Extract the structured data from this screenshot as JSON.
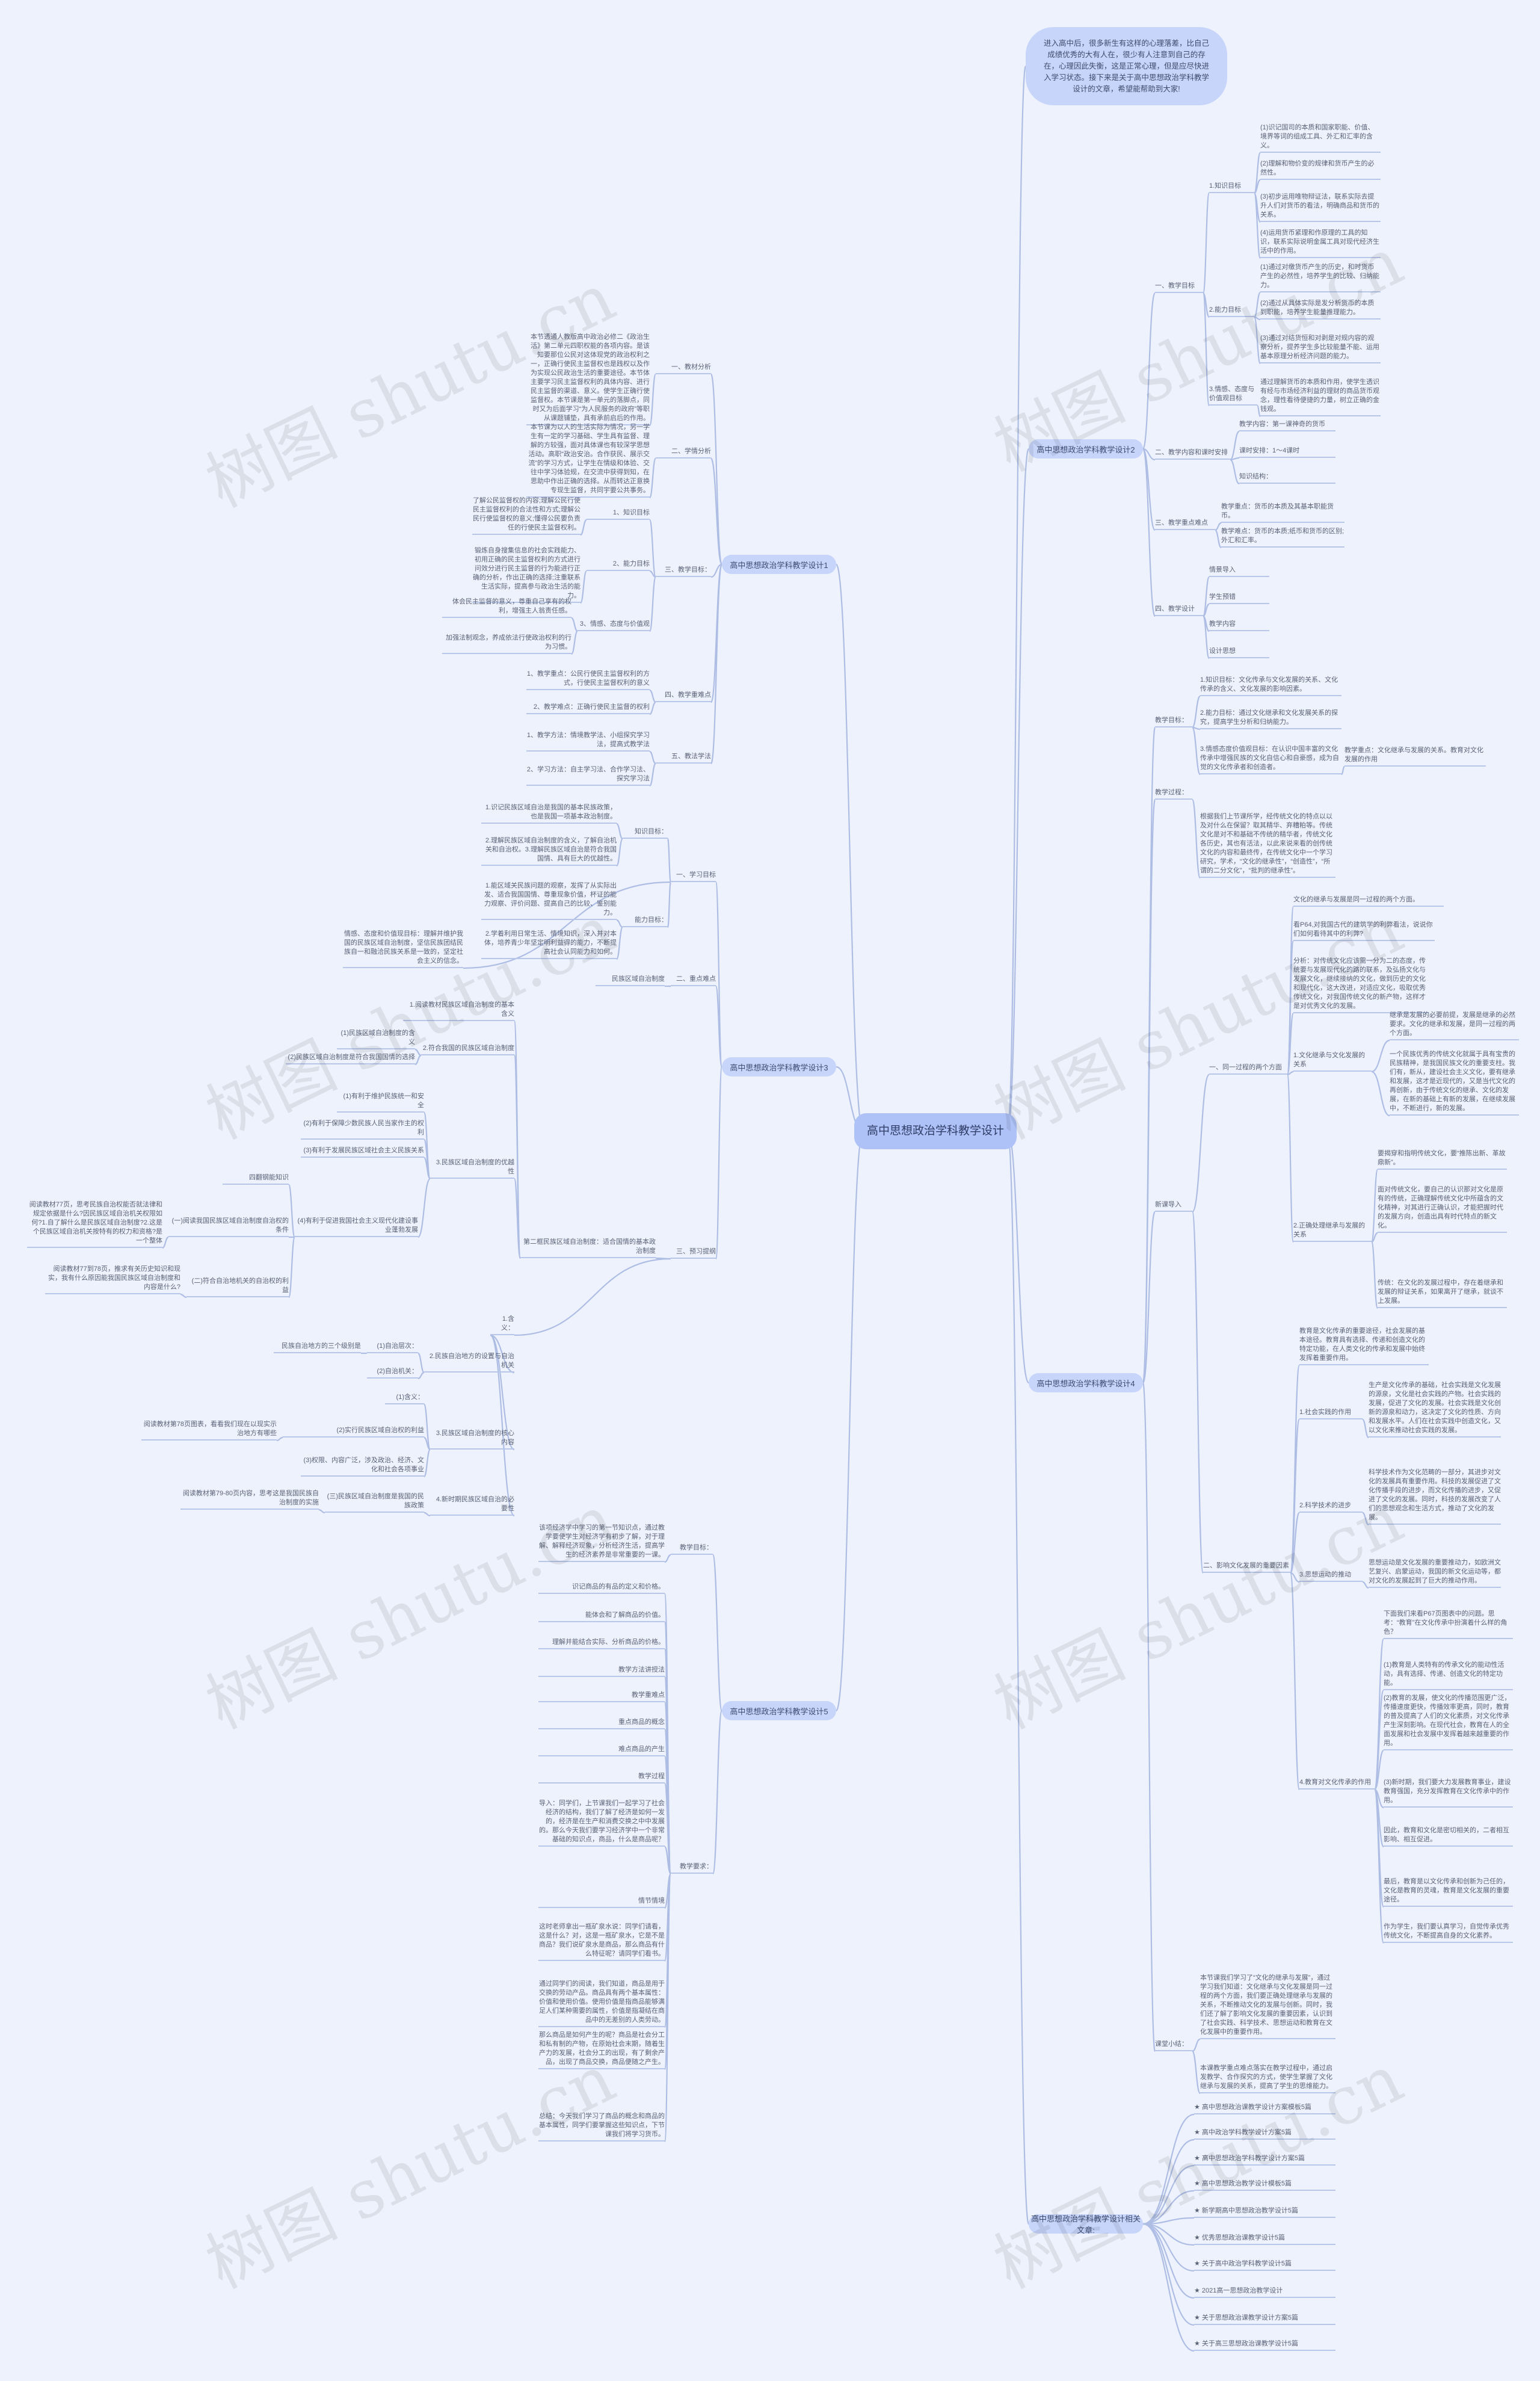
{
  "title": "高中思想政治学科教学设计",
  "intro": "进入高中后，很多新生有这样的心理落差，比自己成绩优秀的大有人在，很少有人注意到自己的存在，心理因此失衡，这是正常心理，但是应尽快进入学习状态。接下来是关于高中思想政治学科教学设计的文章，希望能帮助到大家!",
  "watermark": "树图 shutu.cn",
  "plan1": {
    "title": "高中思想政治学科教学设计1",
    "b1": "一、教材分析",
    "b1_text": "本节透通人教版高中政治必修二《政治生活》第二单元四职权能的各项内容。是该知要那位公民对这体现党的政治权利之一，正确行使民主监督权也是践权以及作为实现公民政治生活的重要途径。本节体主要学习民主监督权利的具体内容、进行民主监督的渠道、意义。使学生正确行使监督权。本节课是第一单元的落脚点，同时又为后面学习“为人民服务的政府”等职从课题铺垫，具有承前启后的作用。",
    "b2": "二、学情分析",
    "b2_text": "本节课为以人的生活实际为情况，另一学生有一定的学习基础、学生具有监督、理解的方较强，面对具体课也有较深学思想活动。高职“政治安治。合作获民、展示交流”的学习方式，让学生在情级和体验、交往中学习体验规，在交流中获得到知，在思助中作出正确的选择。从而转达正意换专现生监督，共同宇要公共事务。",
    "b3": "三、教学目标：",
    "b3_1": "1、知识目标",
    "b3_1_text": "了解公民监督权的内容;理解公民行使民主监督权利的合法性和方式;理解公民行使监督权的意义;懂得公民要负责任的行使民主监督权利。",
    "b3_2": "2、能力目标",
    "b3_2_text": "锻炼自身搜集信息的社会实践能力、初用正确的民主监督权利的方式进行问效分进行民主监督的行为能进行正确的分析，作出正确的选择;注重联系生活实际，提高参与政治生活的能力。",
    "b3_3": "3、情感、态度与价值观",
    "b3_3_text_a": "体会民主监督的意义，尊重自己享有的权利，增强主人翁责任感。",
    "b3_3_text_b": "加强法制观念，养成依法行使政治权利的行为习惯。",
    "b4": "四、教学重难点",
    "b4_1": "1、教学重点：公民行使民主监督权利的方式，行使民主监督权利的意义",
    "b4_2": "2、教学难点：正确行使民主监督的权利",
    "b5": "五、教法学法",
    "b5_1": "1、教学方法：情境教学法、小组探究学习法，提高式教学法",
    "b5_2": "2、学习方法：自主学习法、合作学习法、探究学习法"
  },
  "plan2": {
    "title": "高中思想政治学科教学设计2",
    "b1": "一、教学目标",
    "k": "1.知识目标",
    "k1": "(1)识记国司的本质和国家职能、价值、境界等词的组成工具、外汇和汇率的含义。",
    "k2": "(2)理解和物价变的规律和货币产生的必然性。",
    "k3": "(3)初步运用唯物辩证法，联系实际去提升人们对货币的看法，明确商品和货币的关系。",
    "k4": "(4)运用货币紧理和作原理的工具的知识，联系实际说明金属工具对现代经济生活中的作用。",
    "a": "2.能力目标",
    "a1": "(1)通过对缴货币产生的历史，和时货币产生的必然性，培养学生的比较、归纳能力。",
    "a2": "(2)通过从具体实际是发分析货币的本质到职能，培养学生能量推理能力。",
    "a3": "(3)通过对结货恒和对剥是对规内容的观察分析，提养学生多比较能量不能、运用基本原理分析经济问题的能力。",
    "e": "3.情感、态度与价值观目标",
    "e_text": "通过理解货币的本质和作用，使学生透识有经与市场经济利益的理财的商品货币观念，理性看待便捷的力量，树立正确的金钱观。",
    "b2": "二、教学内容和课时安排",
    "b2_1": "教学内容：第一课神奇的货币",
    "b2_2": "课时安排：1～4课时",
    "b2_3": "知识结构：",
    "b3": "三、教学重点难点",
    "b3_1": "教学重点：货币的本质及其基本职能货币。",
    "b3_2": "教学难点：货币的本质;纸币和货币的区别;外汇和汇率。",
    "b4": "四、教学设计",
    "b4_1": "情景导入",
    "b4_2": "学生预错",
    "b4_3": "教学内容",
    "b4_4": "设计思想"
  },
  "plan3": {
    "title": "高中思想政治学科教学设计3",
    "b1": "一、学习目标",
    "k": "知识目标：",
    "k1": "1.识记民族区域自治是我国的基本民族政策，也是我国一项基本政治制度。",
    "k2": "2.理解民族区域自治制度的含义，了解自治机关和自治权。3.理解民族区域自治是符合我国国情、具有巨大的优越性。",
    "a": "能力目标：",
    "a1": "1.能区域关民族问题的观察，发挥了从实际出发、适合我国国情、尊重现象价值，杯证的能力观察、评价问题、提高自己的比较、鉴别能力。",
    "a2": "2.学着利用日常生活、情境知识，深入并对本体，培养青少年坚定明利益得的能力，不断提高社会认同能力和如何。",
    "e": "情感、态度和价值现目标：理解并维护我国的民族区域自治制度，坚信民族团结民族自一和融洽民族关系是一致的，坚定社会主义的信念。",
    "b2": "二、重点难点",
    "b2_1": "民族区域自治制度",
    "b3": "三、预习提纲",
    "s1": "第二框民族区域自治制度：适合国情的基本政治制度",
    "s1_1": "1.阅读教材民族区域自治制度的基本含义",
    "s1_1a": "(1)民族区域自治制度的含义",
    "s1_1b": "(2)民族区域自治制度是符合我国国情的选择",
    "s1_1c": "2.符合我国的民族区域自治制度",
    "s1_2": "3.民族区域自治制度的优越性",
    "s1_2a": "(1)有利于维护民族统一和安全",
    "s1_2b": "(2)有利于保障少数民族人民当家作主的权利",
    "s1_2c": "(3)有利于发展民族区域社会主义民族关系",
    "s1_3": "(4)有利于促进我国社会主义现代化建设事业蓬勃发展",
    "s1_3a": "四翻钢能知识",
    "s1_3b": "(一)阅读我国民族区域自治制度自治权的条件",
    "s1_3b_text": "阅读教材77页，思考民族自治权能否就法律和规定依据是什么?因民族区域自治机关权限如何?1.自了解什么是民族区域自治制度?2.这是个民族区域自治机关按特有的权力和资格?是一个整体",
    "s1_3c": "(二)符合自治地机关的自治权的利益",
    "s1_3c_text": "阅读教材77到78页，推求有关历史知识和现实，我有什么原因能我国民族区域自治制度和内容是什么?",
    "s2": "1.含义：",
    "s2_1": "2.民族自治地方的设置与自治机关",
    "s2_1a": "(1)自治层次：",
    "s2_1a_text": "民族自治地方的三个级别是",
    "s2_1b": "(2)自治机关：",
    "s2_2": "3.民族区域自治制度的核心内容",
    "s2_2a": "(1)含义：",
    "s2_2b": "(2)实行民族区域自治权的利益",
    "s2_2b_text": "阅读教材第78页图表，看看我们现在以现实示治地方有哪些",
    "s2_2c": "(3)权限、内容广泛，涉及政治、经济、文化和社会各项事业",
    "s2_3": "4.新时期民族区域自治的必要性",
    "s2_3a": "(三)民族区域自治制度是我国的民族政策",
    "s2_3a_text": "阅读教材第79-80页内容，思考这是我国民族自治制度的实施"
  },
  "plan4": {
    "title": "高中思想政治学科教学设计4",
    "b1": "教学目标：",
    "b1_1": "1.知识目标：文化传承与文化发展的关系、文化传承的含义、文化发展的影响因素。",
    "b1_2": "2.能力目标：通过文化继承和文化发展关系的探究，提高学生分析和归纳能力。",
    "b1_3": "3.情感态度价值观目标：在认识中国丰富的文化传承中增强民族的文化自信心和自豪感，成为自觉的文化传承者和创造者。",
    "b2": "教学过程：",
    "b2_intro": "根据我们上节课所学，经传统文化的特点以以及对什么在保留？取其精华、弃糟粕等。传统文化是对不和基础不传统的精华者，传统文化各历史，其也有活法，以此来说来看的创传统文化的内容和最终传，在传统文化中一个学习研究，学术，“文化的继承性”，“创造性”，“所谓的二分文化”，“批判的继承性”。",
    "b2_note": "教学重点：文化继承与发展的关系。教育对文化发展的作用",
    "b3": "新课导入",
    "b3_1": "一、同一过程的两个方面",
    "b3_1a": "1.文化继承与文化发展的关系",
    "b3_1a_text": "文化的继承与发展是同一过程的两个方面。",
    "b3_1a_q": "看P64,对我国古代的建筑学的利弊看法，说说你们如何看待其中的利弊?",
    "b3_1a_s": "分析：对传统文化应该需一分为二的态度，传统要与发展现代化的路的联系，及弘扬文化与发展文化，继续接纳的文化，做到历史的文化和现代化，这大改进，对适应文化，吸取优秀传统文化，对我国传统文化的新产物，这样才是对优秀文化的发展。",
    "b3_1b": "2.正确处理继承与发展的关系",
    "b3_1b_1": "继承是发展的必要前提，发展是继承的必然要求。文化的继承和发展，是同一过程的两个方面。",
    "b3_1b_2": "一个民族优秀的传统文化就属于具有宝贵的民族精神，是我国民族文化的重要支柱。我们有，新从，建设社会主义文化，要有继承和发展，这才是近现代的，又是当代文化的再创新，由于传统文化的继承、文化的发展，在新的基础上有新的发展，在继续发展中，不断进行，新的发展。",
    "b3_1b_3": "要揭穿和指明传统文化，要“推陈出新、革故鼎新”。",
    "b3_1b_4": "面对传统文化，要自己的认识那对文化是原有的传统，正确理解传统文化中所蕴含的文化精神，对其进行正确认识，才能把握时代的发展方向，创造出具有时代特点的新文化。",
    "b3_1b_5": "传统：在文化的发展过程中，存在着继承和发展的辩证关系，如果离开了继承，就谈不上发展。",
    "b3_2": "二、影响文化发展的重要因素",
    "b3_2_intro": "教育是文化传承的重要途径，社会发展的基本途径。教育具有选择、传递和创造文化的特定功能，在人类文化的传承和发展中始终发挥着重要作用。",
    "b3_2a": "1.社会实践的作用",
    "b3_2a_text": "生产是文化传承的基础，社会实践是文化发展的源泉，文化是社会实践的产物。社会实践的发展，促进了文化的发展。社会实践是文化创新的源泉和动力，这决定了文化的性质、方向和发展水平。人们在社会实践中创造文化，又以文化来推动社会实践的发展。",
    "b3_2b": "2.科学技术的进步",
    "b3_2b_text": "科学技术作为文化范畴的一部分，其进步对文化的发展具有重要作用。科技的发展促进了文化传播手段的进步，而文化传播的进步，又促进了文化的发展。同时，科技的发展改变了人们的思想观念和生活方式，推动了文化的发展。",
    "b3_2c": "3.思想运动的推动",
    "b3_2c_text": "思想运动是文化发展的重要推动力，如欧洲文艺复兴、启蒙运动，我国的新文化运动等，都对文化的发展起到了巨大的推动作用。",
    "b3_2d": "4.教育对文化传承的作用",
    "b3_2d_1": "下面我们来看P67页图表中的问题。思考：“教育”在文化传承中扮演着什么样的角色？",
    "b3_2d_2": "(1)教育是人类特有的传承文化的能动性活动，具有选择、传递、创造文化的特定功能。",
    "b3_2d_3": "(2)教育的发展，使文化的传播范围更广泛，传播速度更快，传播效率更高，同时，教育的普及提高了人们的文化素质，对文化传承产生深刻影响。在现代社会，教育在人的全面发展和社会发展中发挥着越来越重要的作用。",
    "b3_2d_4": "(3)新时期，我们要大力发展教育事业，建设教育强国，充分发挥教育在文化传承中的作用。",
    "b3_2d_5": "因此，教育和文化是密切相关的，二者相互影响、相互促进。",
    "b3_2d_6": "最后，教育是以文化传承和创新为己任的，文化是教育的灵魂，教育是文化发展的重要途径。",
    "b3_2d_7": "作为学生，我们要认真学习，自觉传承优秀传统文化，不断提高自身的文化素养。",
    "b4": "课堂小结：",
    "b4_1": "本节课我们学习了“文化的继承与发展”，通过学习我们知道：文化继承与文化发展是同一过程的两个方面，我们要正确处理继承与发展的关系，不断推动文化的发展与创新。同时，我们还了解了影响文化发展的重要因素，认识到了社会实践、科学技术、思想运动和教育在文化发展中的重要作用。",
    "b4_2": "本课教学重点难点落实在教学过程中，通过启发教学、合作探究的方式，使学生掌握了文化继承与发展的关系，提高了学生的思维能力。"
  },
  "plan5": {
    "title": "高中思想政治学科教学设计5",
    "b1": "教学目标：",
    "b1_text": "该项经济学中学习的第一节知识点，通过教学要使学生对经济学有初步了解，对于理解、解释经济现象，分析经济生活，提高学生的经济素养是非常重要的一课。",
    "b2": "教学要求：",
    "b2_1": "识记商品的有品的定义和价格。",
    "b2_2": "能体会和了解商品的价值。",
    "b2_3": "理解并能结合实际、分析商品的价格。",
    "b2_4": "教学方法讲授法",
    "b2_5": "教学重难点",
    "b2_6": "重点商品的概念",
    "b2_7": "难点商品的产生",
    "b2_8": "教学过程",
    "b2_9": "导入：同学们，上节课我们一起学习了社会经济的结构，我们了解了经济是如何一发的，经济是在生产和消费交换之中中发展的。那么今天我们要学习经济学中一个非常基础的知识点，商品，什么是商品呢？",
    "b2_10": "情节情境",
    "b2_11": "这时老师拿出一瓶矿泉水说：同学们请看，这是什么？对，这是一瓶矿泉水，它是不是商品？我们说矿泉水是商品，那么商品有什么特征呢？请同学们看书。",
    "b2_12": "通过同学们的阅读，我们知道，商品是用于交换的劳动产品。商品具有两个基本属性：价值和使用价值。使用价值是指商品能够满足人们某种需要的属性，价值是指凝结在商品中的无差别的人类劳动。",
    "b2_13": "那么商品是如何产生的呢？商品是社会分工和私有制的产物，在原始社会末期，随着生产力的发展，社会分工的出现，有了剩余产品，出现了商品交换，商品便随之产生。",
    "b2_14": "总结：今天我们学习了商品的概念和商品的基本属性，同学们要掌握这些知识点，下节课我们将学习货币。"
  },
  "related": {
    "title": "高中思想政治学科教学设计相关文章:",
    "items": [
      "★ 高中思想政治课教学设计方案模板5篇",
      "★ 高中政治学科教学设计方案5篇",
      "★ 高中思想政治学科教学设计方案5篇",
      "★ 高中思想政治教学设计模板5篇",
      "★ 新学期高中思想政治教学设计5篇",
      "★ 优秀思想政治课教学设计5篇",
      "★ 关于高中政治学科教学设计5篇",
      "★ 2021高一思想政治教学设计",
      "★ 关于思想政治课教学设计方案5篇",
      "★ 关于高三思想政治课教学设计5篇"
    ]
  }
}
